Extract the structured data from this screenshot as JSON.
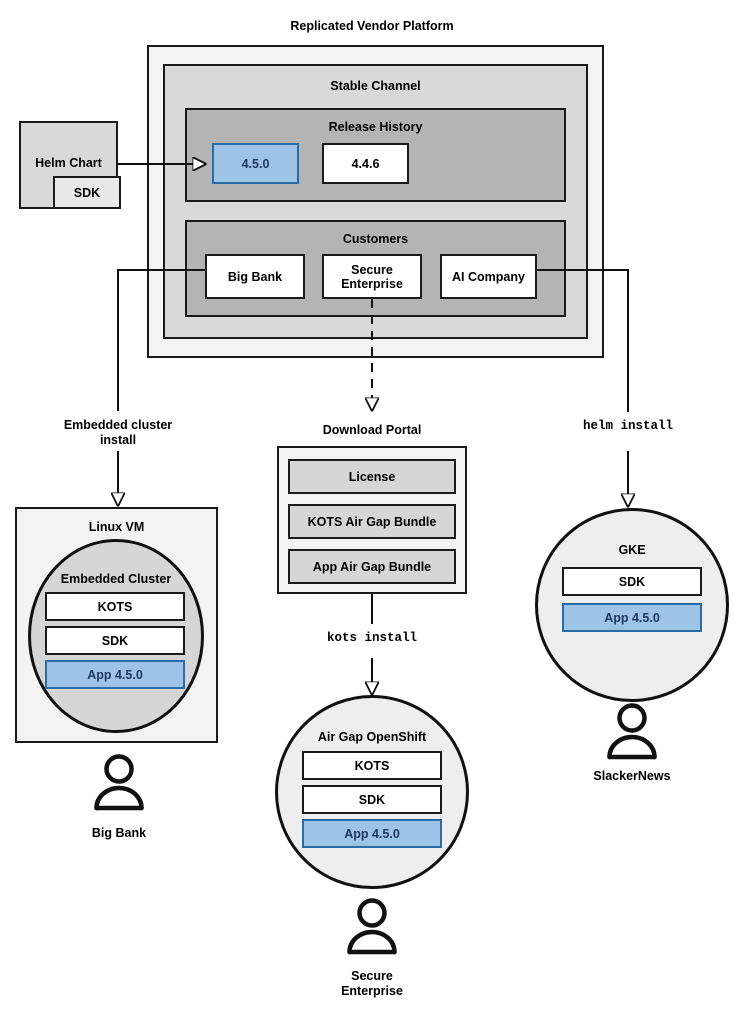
{
  "diagram": {
    "title": "Replicated Vendor Platform"
  },
  "helm_chart": {
    "label": "Helm Chart",
    "sdk_label": "SDK"
  },
  "platform": {
    "channel_title": "Stable Channel",
    "release_history": {
      "title": "Release History",
      "releases": [
        {
          "version": "4.5.0",
          "highlighted": true
        },
        {
          "version": "4.4.6",
          "highlighted": false
        }
      ]
    },
    "customers": {
      "title": "Customers",
      "items": [
        {
          "name": "Big Bank"
        },
        {
          "name": "Secure\nEnterprise"
        },
        {
          "name": "AI Company"
        }
      ]
    }
  },
  "connectors": {
    "embedded_cluster_install": "Embedded cluster\ninstall",
    "helm_install": "helm install",
    "kots_install": "kots install"
  },
  "download_portal": {
    "title": "Download Portal",
    "artifacts": [
      {
        "label": "License"
      },
      {
        "label": "KOTS Air Gap Bundle"
      },
      {
        "label": "App Air Gap Bundle"
      }
    ]
  },
  "targets": [
    {
      "id": "linux-vm",
      "title": "Linux VM",
      "inner_title": "Embedded Cluster",
      "components": [
        {
          "label": "KOTS",
          "highlighted": false
        },
        {
          "label": "SDK",
          "highlighted": false
        },
        {
          "label": "App 4.5.0",
          "highlighted": true
        }
      ],
      "user": "Big Bank"
    },
    {
      "id": "air-gap-openshift",
      "title": "Air Gap OpenShift",
      "components": [
        {
          "label": "KOTS",
          "highlighted": false
        },
        {
          "label": "SDK",
          "highlighted": false
        },
        {
          "label": "App 4.5.0",
          "highlighted": true
        }
      ],
      "user": "Secure\nEnterprise"
    },
    {
      "id": "gke",
      "title": "GKE",
      "components": [
        {
          "label": "SDK",
          "highlighted": false
        },
        {
          "label": "App 4.5.0",
          "highlighted": true
        }
      ],
      "user": "SlackerNews"
    }
  ],
  "colors": {
    "highlight_fill": "#9dc3e6",
    "highlight_border": "#2a6ca8",
    "highlight_text": "#1f3864",
    "outer_panel": "#f3f3f3",
    "mid_panel": "#d9d9d9",
    "inner_panel": "#b4b4b4",
    "stroke": "#1a1a1a"
  }
}
